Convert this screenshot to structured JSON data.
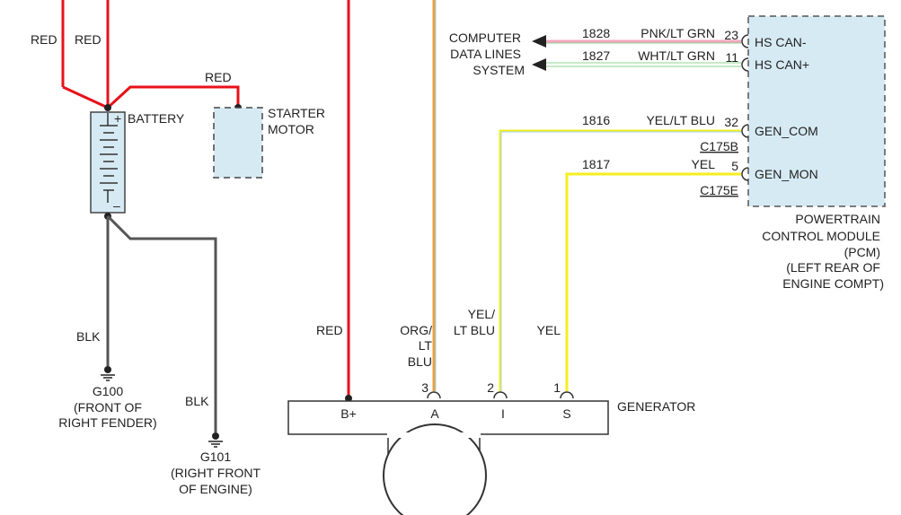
{
  "colors": {
    "red": "#e8101a",
    "black_wire": "#555555",
    "yellow": "#f5ee1f",
    "light_blue": "#9fd4f0",
    "orange": "#e8a040",
    "pink": "#f2a6bf",
    "light_green": "#8fd68f",
    "module_fill": "#d6eaf4",
    "ink": "#222222"
  },
  "battery": {
    "label": "BATTERY",
    "plus": "+",
    "minus": "–"
  },
  "starter": {
    "label_line1": "STARTER",
    "label_line2": "MOTOR"
  },
  "wire_labels": {
    "red_left": "RED",
    "red_right": "RED",
    "red_starter": "RED",
    "blk_g100": "BLK",
    "blk_g101": "BLK",
    "red_bplus": "RED",
    "org_line1": "ORG/",
    "org_line2": "LT",
    "org_line3": "BLU",
    "yelblu_line1": "YEL/",
    "yelblu_line2": "LT BLU",
    "yel_s": "YEL"
  },
  "grounds": {
    "g100": {
      "id": "G100",
      "loc_line1": "(FRONT OF",
      "loc_line2": "RIGHT FENDER)"
    },
    "g101": {
      "id": "G101",
      "loc_line1": "(RIGHT FRONT",
      "loc_line2": "OF ENGINE)"
    }
  },
  "data_lines": {
    "line1": "COMPUTER",
    "line2": "DATA LINES",
    "line3": "SYSTEM"
  },
  "circuits": [
    {
      "number": "1828",
      "color_label": "PNK/LT GRN",
      "pin": "23",
      "signal": "HS CAN-"
    },
    {
      "number": "1827",
      "color_label": "WHT/LT GRN",
      "pin": "11",
      "signal": "HS CAN+"
    },
    {
      "number": "1816",
      "color_label": "YEL/LT BLU",
      "pin": "32",
      "signal": "GEN_COM"
    },
    {
      "number": "1817",
      "color_label": "YEL",
      "pin": "5",
      "signal": "GEN_MON"
    }
  ],
  "connectors": {
    "c175b": "C175B",
    "c175e": "C175E"
  },
  "pcm": {
    "line1": "POWERTRAIN",
    "line2": "CONTROL MODULE",
    "line3": "(PCM)",
    "line4": "(LEFT REAR OF",
    "line5": "ENGINE COMPT)"
  },
  "generator": {
    "label": "GENERATOR",
    "terminals": [
      "B+",
      "A",
      "I",
      "S"
    ],
    "pins": [
      "3",
      "2",
      "1"
    ]
  }
}
